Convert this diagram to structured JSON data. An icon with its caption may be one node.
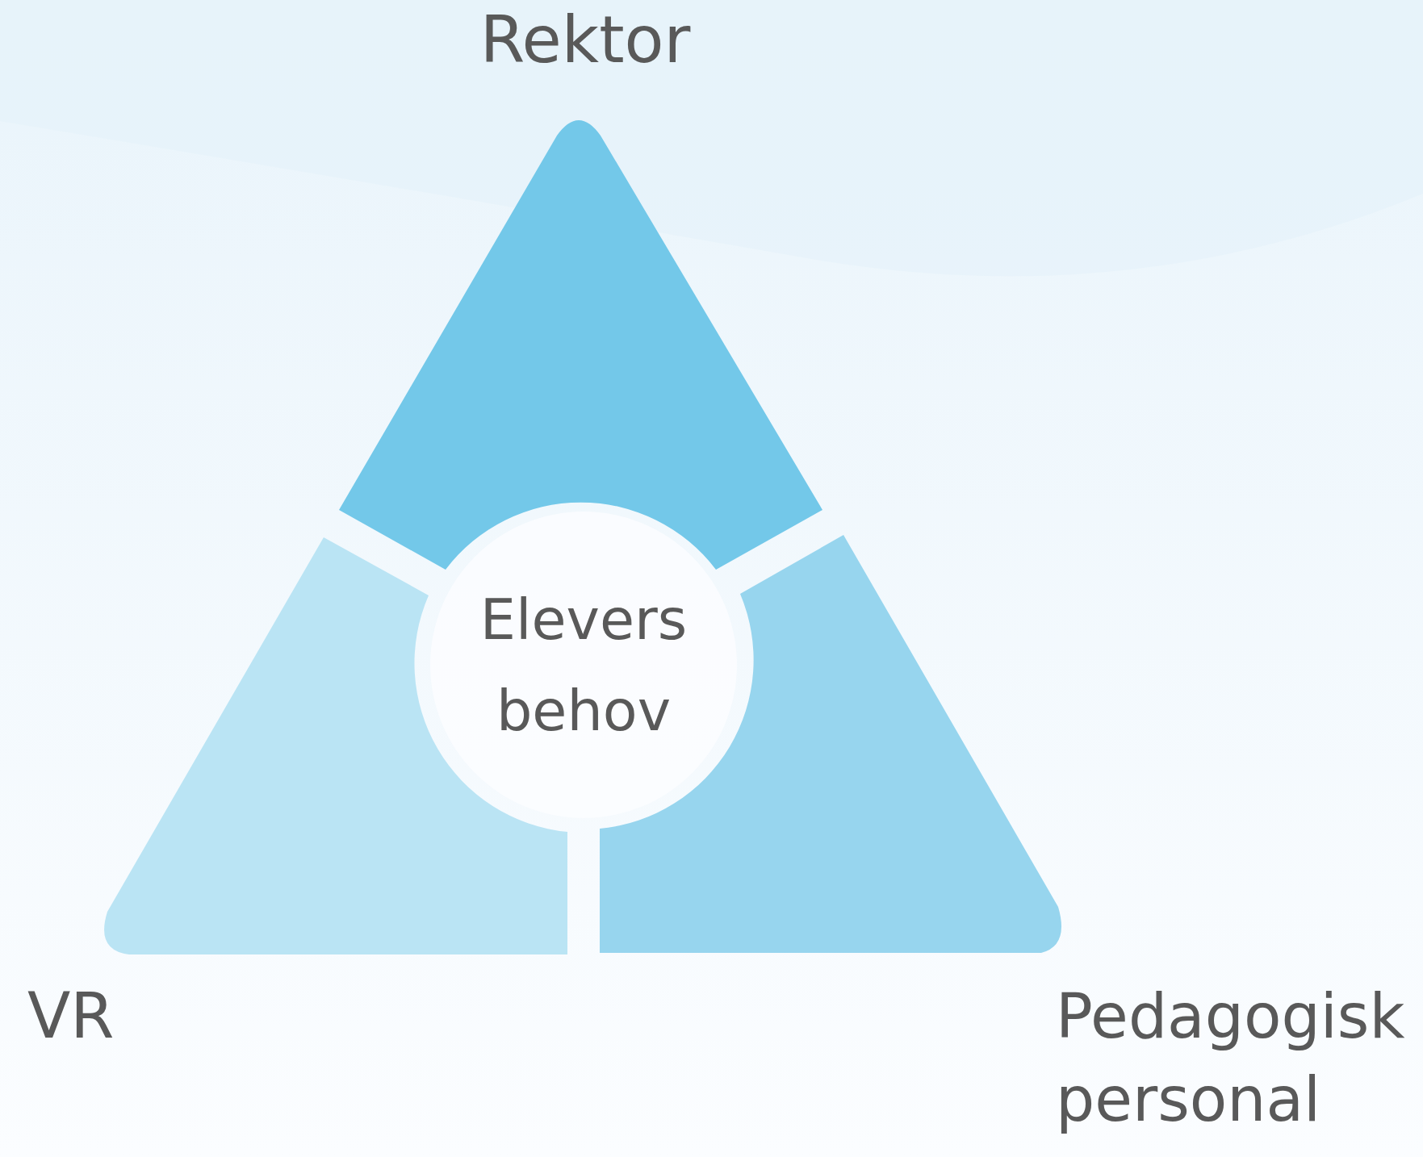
{
  "diagram": {
    "nodes": [
      {
        "text": [
          "Rektor"
        ]
      },
      {
        "text": [
          "VR"
        ]
      },
      {
        "text": [
          "Pedagogisk personal"
        ]
      },
      {
        "text": [
          "Elevers behov"
        ]
      }
    ]
  }
}
